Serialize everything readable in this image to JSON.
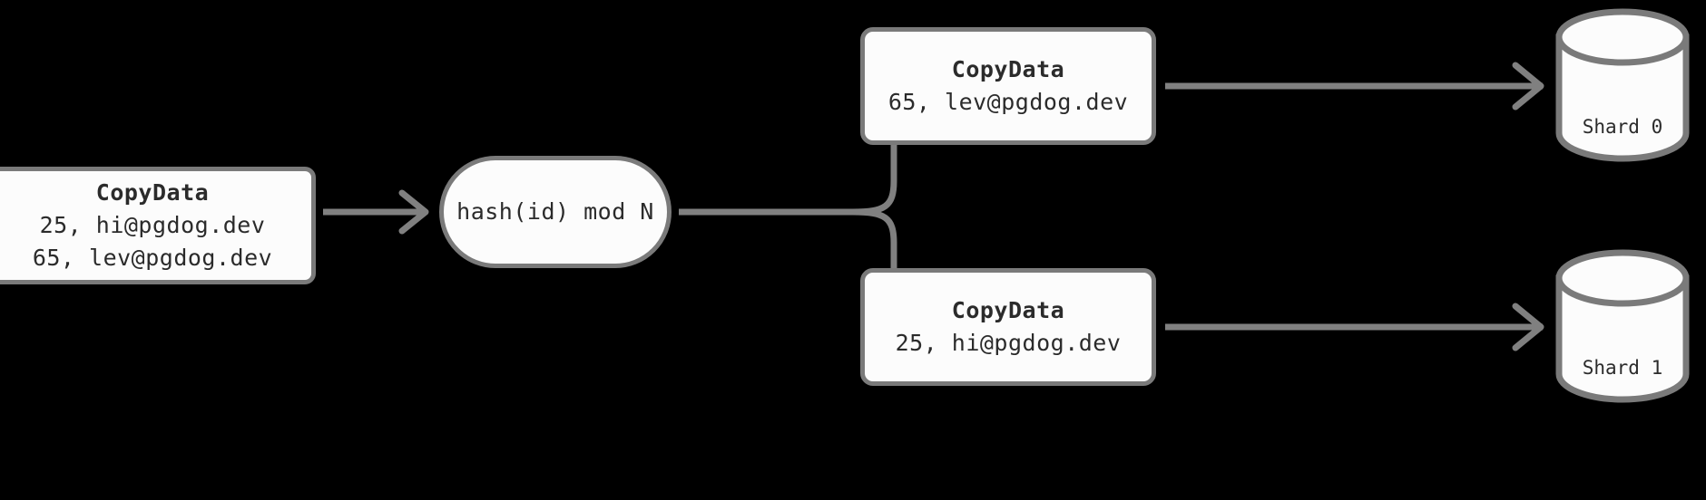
{
  "diagram": {
    "background_color": "#000000",
    "node_fill": "#fcfcfc",
    "node_border": "#7a7a7a",
    "connector_color": "#808080",
    "text_color": "#2b2b2b",
    "nodes": {
      "source": {
        "title": "CopyData",
        "row1": "25, hi@pgdog.dev",
        "row2": "65, lev@pgdog.dev"
      },
      "hash": {
        "label": "hash(id) mod N"
      },
      "shard0_data": {
        "title": "CopyData",
        "row1": "65, lev@pgdog.dev"
      },
      "shard1_data": {
        "title": "CopyData",
        "row1": "25, hi@pgdog.dev"
      },
      "shard0_db": {
        "label": "Shard 0"
      },
      "shard1_db": {
        "label": "Shard 1"
      }
    },
    "connectors": {
      "source_to_hash": "arrow-right",
      "hash_split": "branch-split",
      "shard0_to_db": "arrow-right",
      "shard1_to_db": "arrow-right"
    }
  }
}
